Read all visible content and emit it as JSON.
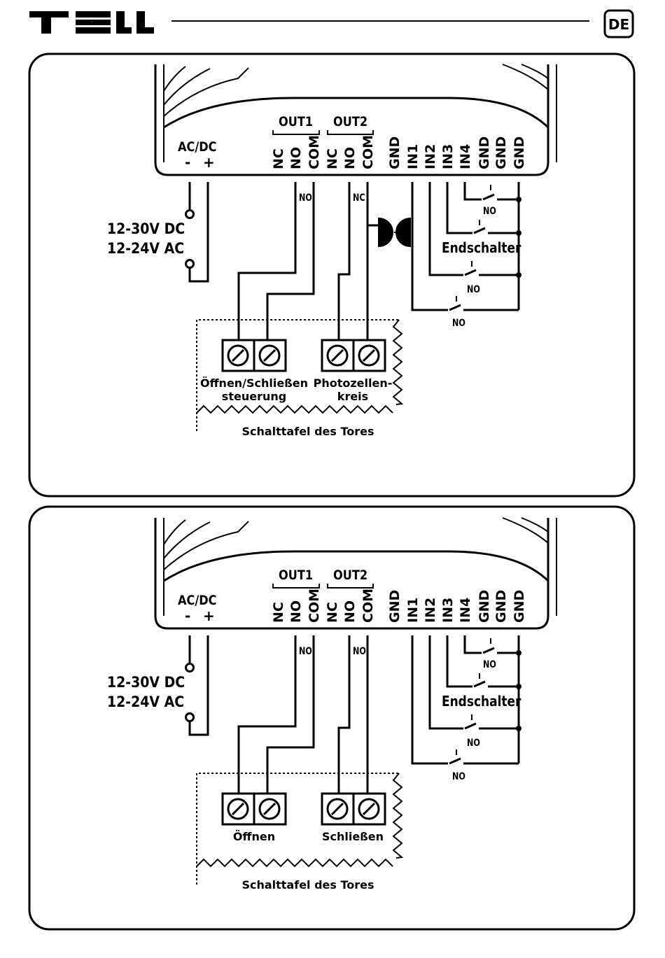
{
  "header": {
    "brand": "TELL",
    "language_badge": "DE"
  },
  "diagrams": [
    {
      "power_label": "AC/DC",
      "power_minus": "-",
      "power_plus": "+",
      "voltage_dc": "12-30V DC",
      "voltage_ac": "12-24V AC",
      "out1_label": "OUT1",
      "out2_label": "OUT2",
      "terminals": [
        "NC",
        "NO",
        "COM",
        "NC",
        "NO",
        "COM",
        "GND",
        "IN1",
        "IN2",
        "IN3",
        "IN4",
        "GND",
        "GND",
        "GND"
      ],
      "out1_wire_tag": "NO",
      "out2_wire_tag": "NC",
      "switch_no_1": "NO",
      "limit_switch_label": "Endschalter",
      "switch_no_2": "NO",
      "switch_no_3": "NO",
      "block1_label_line1": "Öffnen/Schließen",
      "block1_label_line2": "steuerung",
      "block2_label_line1": "Photozellen-",
      "block2_label_line2": "kreis",
      "panel_label": "Schalttafel des Tores"
    },
    {
      "power_label": "AC/DC",
      "power_minus": "-",
      "power_plus": "+",
      "voltage_dc": "12-30V DC",
      "voltage_ac": "12-24V AC",
      "out1_label": "OUT1",
      "out2_label": "OUT2",
      "terminals": [
        "NC",
        "NO",
        "COM",
        "NC",
        "NO",
        "COM",
        "GND",
        "IN1",
        "IN2",
        "IN3",
        "IN4",
        "GND",
        "GND",
        "GND"
      ],
      "out1_wire_tag": "NO",
      "out2_wire_tag": "NO",
      "switch_no_1": "NO",
      "limit_switch_label": "Endschalter",
      "switch_no_2": "NO",
      "switch_no_3": "NO",
      "block1_label_line1": "Öffnen",
      "block1_label_line2": "",
      "block2_label_line1": "Schließen",
      "block2_label_line2": "",
      "panel_label": "Schalttafel des Tores"
    }
  ]
}
